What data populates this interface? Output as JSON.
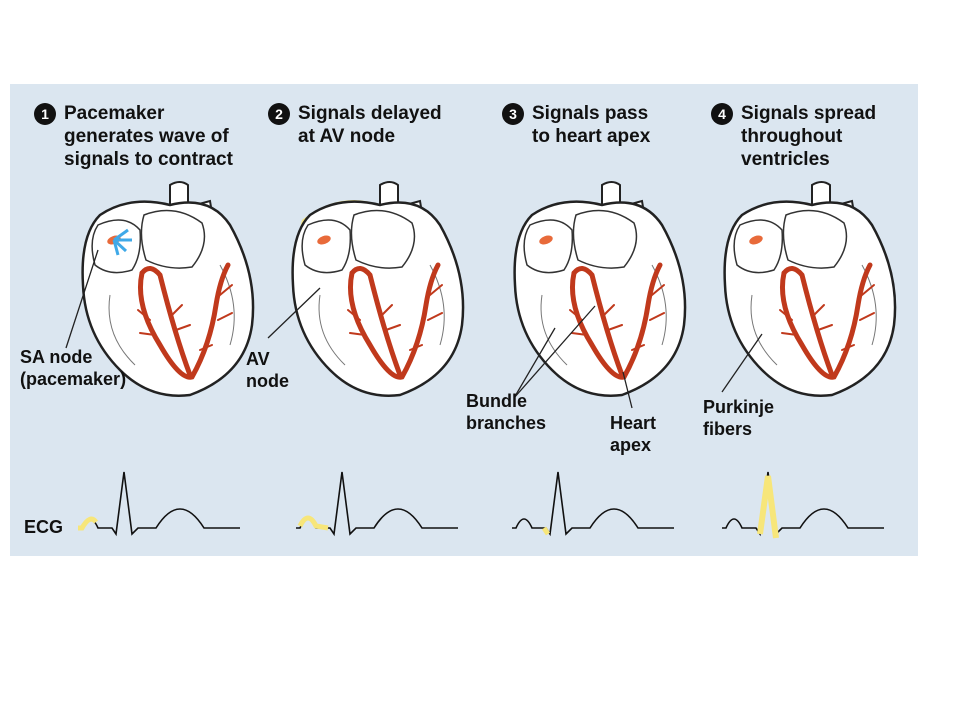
{
  "steps": [
    {
      "number": "1",
      "title": "Pacemaker\ngenerates wave of\nsignals to contract"
    },
    {
      "number": "2",
      "title": "Signals delayed\nat AV node"
    },
    {
      "number": "3",
      "title": "Signals pass\nto heart apex"
    },
    {
      "number": "4",
      "title": "Signals spread\nthroughout\nventricles"
    }
  ],
  "labels": {
    "sa_node": "SA node\n(pacemaker)",
    "av_node": "AV\nnode",
    "bundle_branches": "Bundle\nbranches",
    "heart_apex": "Heart\napex",
    "purkinje_fibers": "Purkinje\nfibers",
    "ecg": "ECG"
  },
  "colors": {
    "panel": "#dbe6f0",
    "conduction": "#c0391c",
    "signal": "#f7e67a",
    "pacemaker_arrows": "#3fa9e8",
    "outline": "#222222"
  }
}
